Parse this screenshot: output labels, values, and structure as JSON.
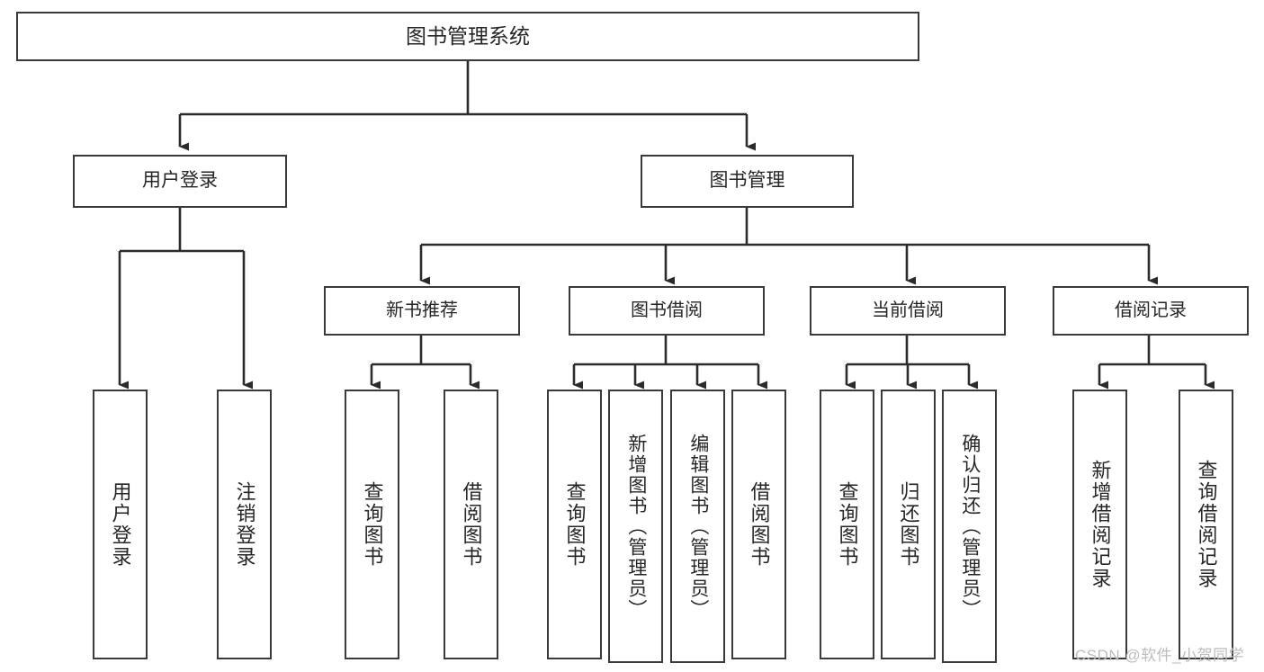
{
  "diagram": {
    "title": "图书管理系统",
    "type": "tree-hierarchy-diagram",
    "watermark": "CSDN @软件_小贺同学",
    "colors": {
      "background": "#ffffff",
      "box_border": "#3a3a3a",
      "box_fill": "#ffffff",
      "text": "#262626",
      "connector": "#2b2b2b",
      "watermark": "#bcbcbc"
    },
    "root": {
      "label": "图书管理系统"
    },
    "level1": [
      {
        "id": "user-login",
        "label": "用户登录"
      },
      {
        "id": "book-management",
        "label": "图书管理"
      }
    ],
    "level2": [
      {
        "id": "new-book-recommend",
        "label": "新书推荐",
        "parent": "book-management"
      },
      {
        "id": "book-borrow",
        "label": "图书借阅",
        "parent": "book-management"
      },
      {
        "id": "current-borrow",
        "label": "当前借阅",
        "parent": "book-management"
      },
      {
        "id": "borrow-record",
        "label": "借阅记录",
        "parent": "book-management"
      }
    ],
    "leaves": {
      "user-login": [
        {
          "id": "leaf-user-login",
          "label": "用户登录"
        },
        {
          "id": "leaf-logout-login",
          "label": "注销登录"
        }
      ],
      "new-book-recommend": [
        {
          "id": "leaf-query-book-1",
          "label": "查询图书"
        },
        {
          "id": "leaf-borrow-book-1",
          "label": "借阅图书"
        }
      ],
      "book-borrow": [
        {
          "id": "leaf-query-book-2",
          "label": "查询图书"
        },
        {
          "id": "leaf-add-book",
          "label": "新增图书（管理员）"
        },
        {
          "id": "leaf-edit-book",
          "label": "编辑图书（管理员）"
        },
        {
          "id": "leaf-borrow-book-2",
          "label": "借阅图书"
        }
      ],
      "current-borrow": [
        {
          "id": "leaf-query-book-3",
          "label": "查询图书"
        },
        {
          "id": "leaf-return-book",
          "label": "归还图书"
        },
        {
          "id": "leaf-confirm-return",
          "label": "确认归还（管理员）"
        }
      ],
      "borrow-record": [
        {
          "id": "leaf-add-record",
          "label": "新增借阅记录"
        },
        {
          "id": "leaf-query-record",
          "label": "查询借阅记录"
        }
      ]
    }
  }
}
